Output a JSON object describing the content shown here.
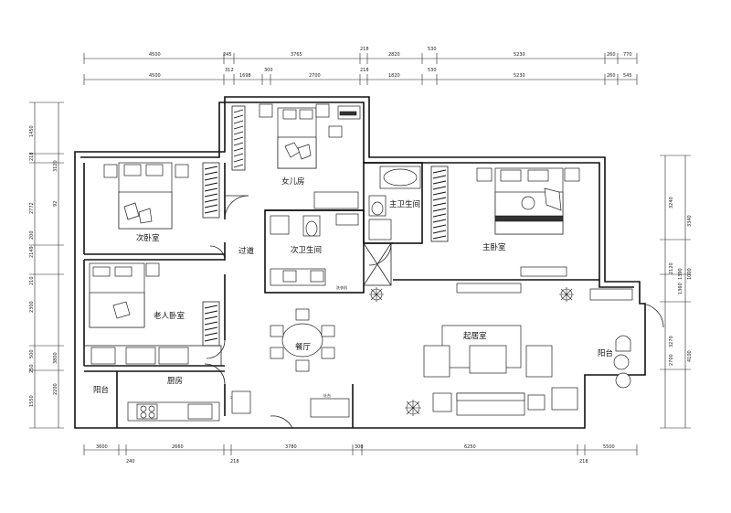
{
  "rooms": {
    "daughter_room": "女儿房",
    "second_bedroom": "次卧室",
    "elderly_bedroom": "老人卧室",
    "corridor": "过道",
    "second_bathroom": "次卫生间",
    "master_bathroom": "主卫生间",
    "master_bedroom": "主卧室",
    "living_room": "起居室",
    "dining_room": "餐厅",
    "kitchen": "厨房",
    "balcony_left": "阳台",
    "balcony_right": "阳台"
  },
  "dimensions": {
    "top_row1": [
      "4500",
      "245",
      "3765",
      "218",
      "2820",
      "530",
      "5230",
      "260",
      "770"
    ],
    "top_row2": [
      "4500",
      "312",
      "1698",
      "300",
      "2700",
      "218",
      "1820",
      "530",
      "5230",
      "260",
      "545"
    ],
    "bottom_row": [
      "3600",
      "240",
      "2660",
      "218",
      "3780",
      "300",
      "6250",
      "218",
      "5500"
    ],
    "left_col1": [
      "1450",
      "3120",
      "2772",
      "2149",
      "2300",
      "3800",
      "1550"
    ],
    "left_col2": [
      "218",
      "92",
      "200",
      "210",
      "500",
      "250",
      "2200"
    ],
    "right_col1": [
      "3240",
      "3340",
      "1390",
      "3270",
      "2700",
      "4100"
    ],
    "right_col2": [
      "2120",
      "1360",
      "1000"
    ]
  },
  "labels": {
    "fridge_tag": "冰箱",
    "stove_tag": "灶台",
    "washer_tag": "洗衣机"
  }
}
